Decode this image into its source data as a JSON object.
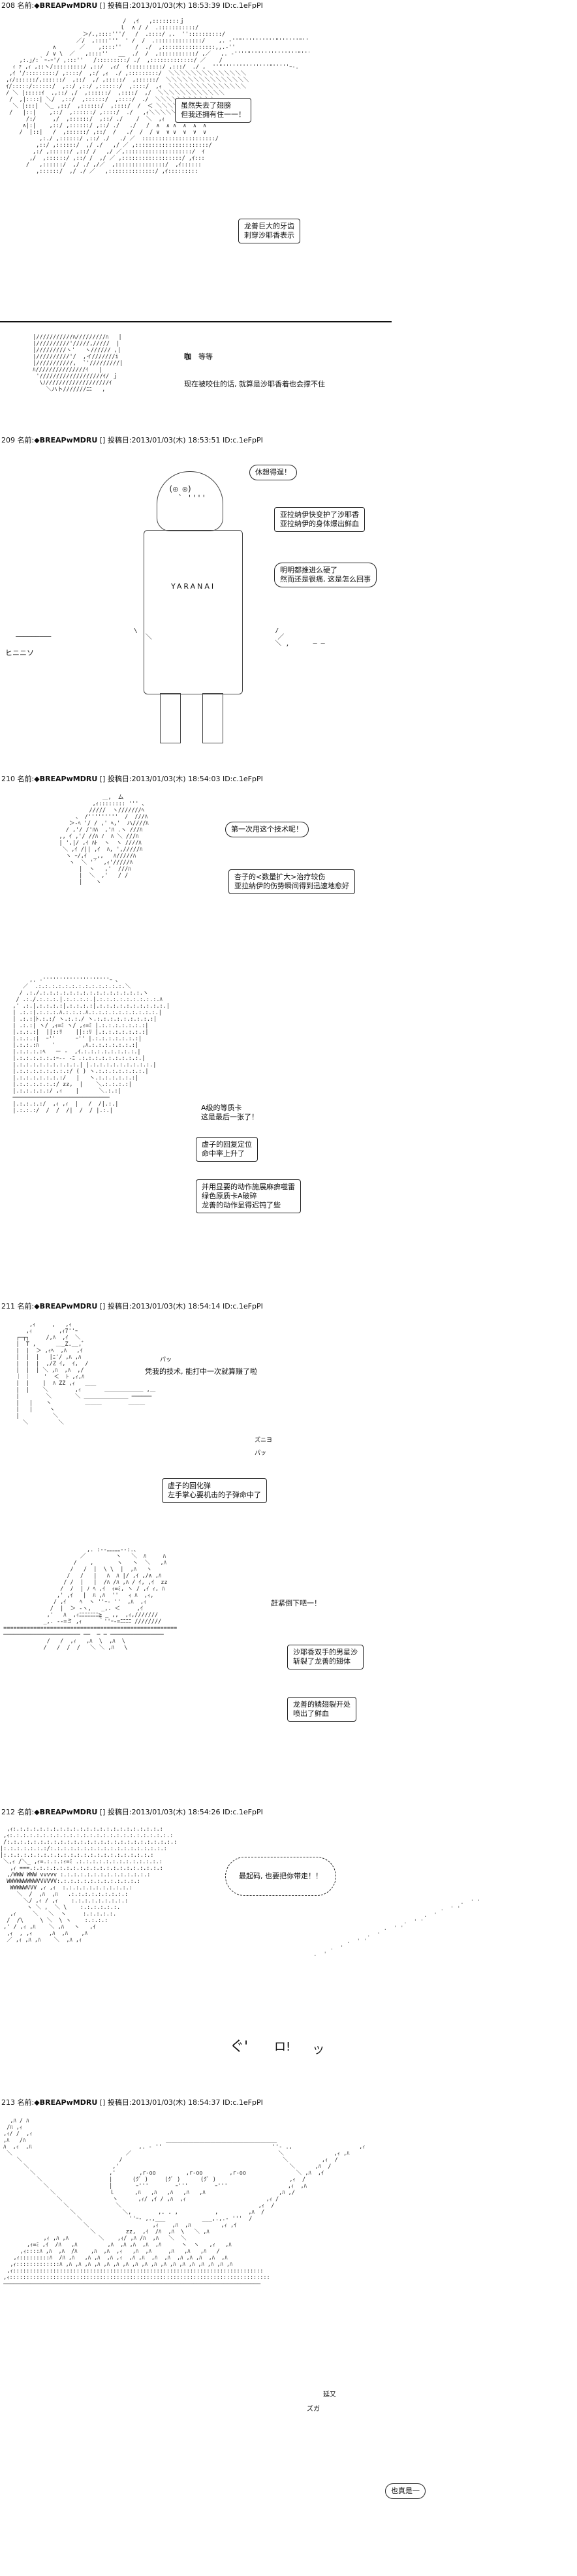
{
  "posts": [
    {
      "header": {
        "num": "208",
        "name_label": "名前:",
        "name": "◆BREAPwMDRU",
        "date_label": "[] 投稿日:",
        "date": "2013/01/03(木) 18:53:39",
        "id": "ID:c.1eFpPI"
      },
      "bubbles": [
        "虽然失去了翅膀\n但我还拥有住一一！",
        "龙善巨大的牙齿\n刺穿沙耶香表示"
      ],
      "aside": {
        "tag": "咖",
        "text1": "等等",
        "text2": "现在被咬住的话, 就算是沙耶香着也会撑不住"
      }
    },
    {
      "header": {
        "num": "209",
        "name_label": "名前:",
        "name": "◆BREAPwMDRU",
        "date_label": "[] 投稿日:",
        "date": "2013/01/03(木) 18:53:51",
        "id": "ID:c.1eFpPI"
      },
      "sign": "YARANAI",
      "bubbles": [
        "休想得逞！",
        "亚拉纳伊快变护了沙耶香\n亚拉纳伊的身体爆出鲜血",
        "明明都推进么硬了\n然而还是很痛, 这是怎么回事"
      ],
      "side_text": "ヒニニソ"
    },
    {
      "header": {
        "num": "210",
        "name_label": "名前:",
        "name": "◆BREAPwMDRU",
        "date_label": "[] 投稿日:",
        "date": "2013/01/03(木) 18:54:03",
        "id": "ID:c.1eFpPI"
      },
      "bubbles": [
        "第一次用这个技术呢！",
        "杏子的<数量扩大>治疗较伤\n亚拉纳伊的伤势瞬间得到迅速地愈好",
        "A级的等质卡\n这是最后一张了！",
        "虚子的回复定位\n命中率上升了",
        "并用显要的动作施展麻痹噬雷\n绿色原质卡A破碎\n龙善的动作显得迟钝了些"
      ]
    },
    {
      "header": {
        "num": "211",
        "name_label": "名前:",
        "name": "◆BREAPwMDRU",
        "date_label": "[] 投稿日:",
        "date": "2013/01/03(木) 18:54:14",
        "id": "ID:c.1eFpPI"
      },
      "bubbles": [
        "凭我的技术, 能打中一次就算赚了啦",
        "虚子的回化弹\n左手掌心要机击的子弹命中了",
        "赶紧倒下吧一！",
        "沙耶香双手的男星沙\n斩裂了龙善的翅体",
        "龙善的鳞翅裂开处\n喷出了鲜血"
      ],
      "sfx": [
        "パッ",
        "ズニヨ",
        "パッ"
      ]
    },
    {
      "header": {
        "num": "212",
        "name_label": "名前:",
        "name": "◆BREAPwMDRU",
        "date_label": "[] 投稿日:",
        "date": "2013/01/03(木) 18:54:26",
        "id": "ID:c.1eFpPI"
      },
      "bubbles": [
        "最起码, 也要把你带走！！"
      ],
      "sfx": [
        "ぐ'",
        "ロ!",
        "ツ"
      ]
    },
    {
      "header": {
        "num": "213",
        "name_label": "名前:",
        "name": "◆BREAPwMDRU",
        "date_label": "[] 投稿日:",
        "date": "2013/01/03(木) 18:54:37",
        "id": "ID:c.1eFpPI"
      },
      "bubbles": [
        "也真是一"
      ],
      "sfx": [
        "ズガ",
        "延又"
      ]
    }
  ]
}
